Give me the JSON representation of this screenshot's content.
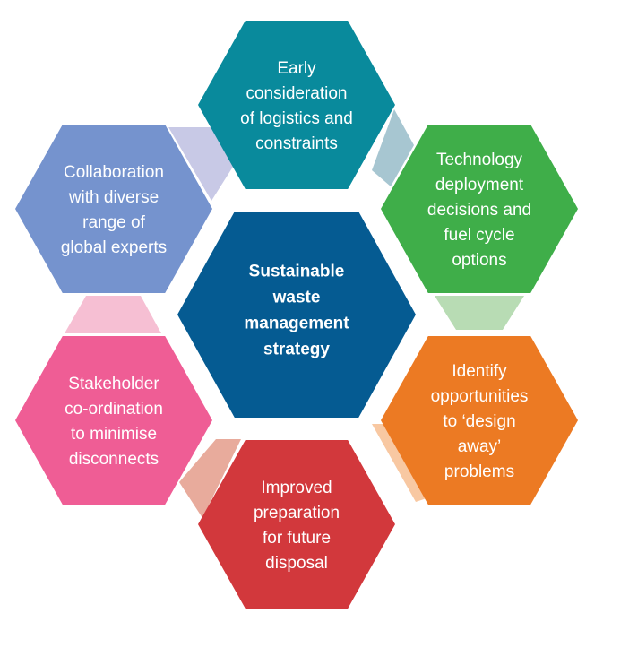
{
  "diagram": {
    "center": {
      "lines": [
        "Sustainable",
        "waste",
        "management",
        "strategy"
      ],
      "color": "#055b92"
    },
    "nodes": [
      {
        "id": "logistics",
        "lines": [
          "Early",
          "consideration",
          "of logistics and",
          "constraints"
        ],
        "color": "#098a9c"
      },
      {
        "id": "technology",
        "lines": [
          "Technology",
          "deployment",
          "decisions and",
          "fuel cycle",
          "options"
        ],
        "color": "#3fae49"
      },
      {
        "id": "design-away",
        "lines": [
          "Identify",
          "opportunities",
          "to ‘design",
          "away’",
          "problems"
        ],
        "color": "#ec7a23"
      },
      {
        "id": "disposal",
        "lines": [
          "Improved",
          "preparation",
          "for future",
          "disposal"
        ],
        "color": "#d2383c"
      },
      {
        "id": "stakeholder",
        "lines": [
          "Stakeholder",
          "co-ordination",
          "to minimise",
          "disconnects"
        ],
        "color": "#ef5d95"
      },
      {
        "id": "collaboration",
        "lines": [
          "Collaboration",
          "with diverse",
          "range of",
          "global experts"
        ],
        "color": "#7593ce"
      }
    ],
    "connectors": [
      {
        "id": "collaboration-logistics",
        "color": "#c8c9e6"
      },
      {
        "id": "logistics-technology",
        "color": "#a7c6d1"
      },
      {
        "id": "technology-design-away",
        "color": "#b8dcb4"
      },
      {
        "id": "design-away-disposal",
        "color": "#f8c8a2"
      },
      {
        "id": "disposal-stakeholder",
        "color": "#e8ab9c"
      },
      {
        "id": "stakeholder-collaboration",
        "color": "#f6bfd3"
      }
    ]
  }
}
